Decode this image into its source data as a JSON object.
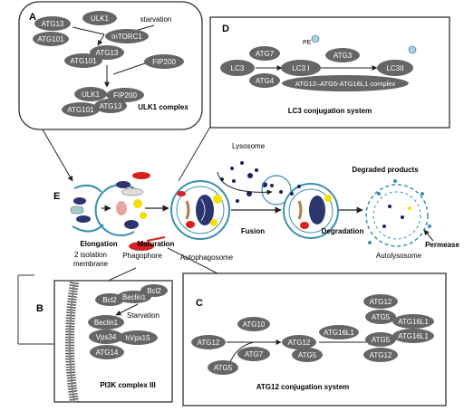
{
  "panel_a": {
    "letter": "A",
    "starvation": "starvation",
    "row1": {
      "atg13": "ATG13",
      "ulk1": "ULK1",
      "mtorc1": "mTORC1",
      "atg101": "ATG101"
    },
    "row2": {
      "atg101": "ATG101",
      "atg13": "ATG13",
      "fip200": "FIP200"
    },
    "row3": {
      "ulk1": "ULK1",
      "fip200": "FIP200",
      "atg101": "ATG101",
      "atg13": "ATG13"
    },
    "caption": "ULK1 complex"
  },
  "panel_d": {
    "letter": "D",
    "pe": "PE",
    "lc3": "LC3",
    "atg7": "ATG7",
    "atg4": "ATG4",
    "lc3_1": "LC3 I",
    "atg3": "ATG3",
    "lc3_2": "LC3II",
    "complex": "ATG12–ATG5-ATG16L1 complex",
    "caption": "LC3 conjugation system"
  },
  "panel_e": {
    "letter": "E",
    "lysosome": "Lysosome",
    "degraded": "Degraded products",
    "elongation": "Elongation",
    "maturation": "Maturation",
    "fusion": "Fusion",
    "degradation": "Degradation",
    "isolation": "2 isolation membrane",
    "isolation_l1": "2 isolation",
    "isolation_l2": "membrane",
    "phagophore": "Phagophore",
    "autophagosome": "Autophagosome",
    "autolysosome": "Autolysosome",
    "permease": "Permease"
  },
  "panel_b": {
    "letter": "B",
    "bcl2_a": "Bcl2",
    "beclin1_a": "Beclin1",
    "bcl2_b": "Bcl2",
    "starvation": "Starvation",
    "beclin1": "Beclin1",
    "vps34": "Vps34",
    "hvps15": "hVps15",
    "atg14": "ATG14",
    "caption": "PI3K complex III"
  },
  "panel_c": {
    "letter": "C",
    "atg10": "ATG10",
    "atg12": "ATG12",
    "atg7": "ATG7",
    "atg5": "ATG5",
    "atg12_b": "ATG12",
    "atg5_b": "ATG5",
    "atg16l1": "ATG16L1",
    "r1": "ATG12",
    "r2a": "ATG5",
    "r2b": "ATG16L1",
    "r3a": "ATG5",
    "r3b": "ATG16L1",
    "r4": "ATG12",
    "caption": "ATG12 conjugation system"
  }
}
